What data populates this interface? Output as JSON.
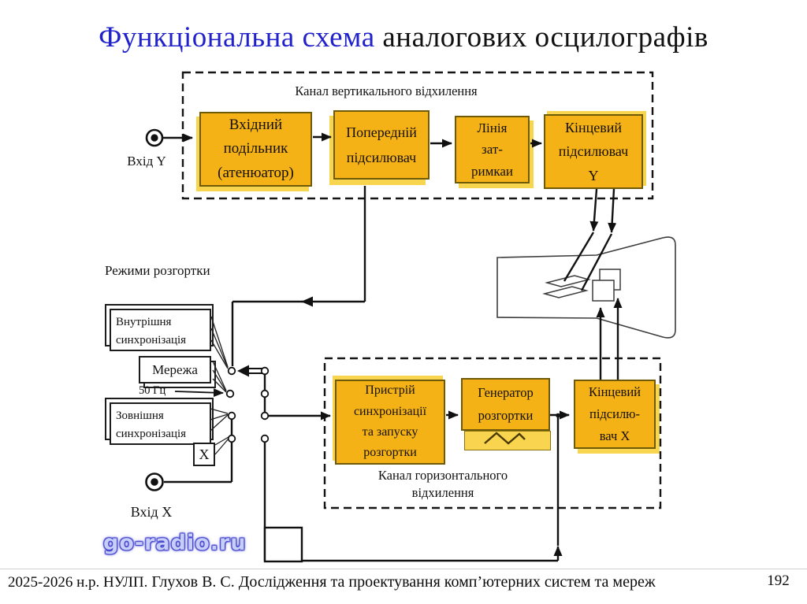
{
  "title": {
    "highlight": "Функціональна схема",
    "rest": "аналогових осцилографів"
  },
  "vertical_channel": {
    "label": "Канал вертикального відхилення",
    "input_divider": "Вхідний\nподільник\n(атенюатор)",
    "preamp": "Попередній\nпідсилювач",
    "delay_line": "Лінія\nзат-\nримкаи",
    "final_amp_y": "Кінцевий\nпідсилювач\nY"
  },
  "horizontal_channel": {
    "label": "Канал горизонтального\nвідхилення",
    "sync_trigger": "Пристрій\nсинхронізації\nта запуску\nрозгортки",
    "sweep_generator": "Генератор\nрозгортки",
    "final_amp_x": "Кінцевий\nпідсилю-\nвач X"
  },
  "sweep_modes": {
    "label": "Режими розгортки",
    "internal_sync": "Внутрішня\nсинхронізація",
    "mains": "Мережа",
    "freq_50hz": "50 Гц",
    "external_sync": "Зовнішня\nсинхронізація",
    "x_mode": "X"
  },
  "inputs": {
    "input_y": "Вхід Y",
    "input_x": "Вхід X"
  },
  "watermark": "go-radio.ru",
  "footer": {
    "left": "2025-2026 н.р. НУЛП.",
    "center": "Глухов В. С. Дослідження та проектування комп’ютерних систем та мереж",
    "page": "192"
  },
  "colors": {
    "accent_blue": "#2222CC",
    "block_fill": "#F5B216",
    "block_border": "#6F5A08",
    "block_shadow": "#F8D54F",
    "watermark_blue": "#4D4DD0"
  }
}
